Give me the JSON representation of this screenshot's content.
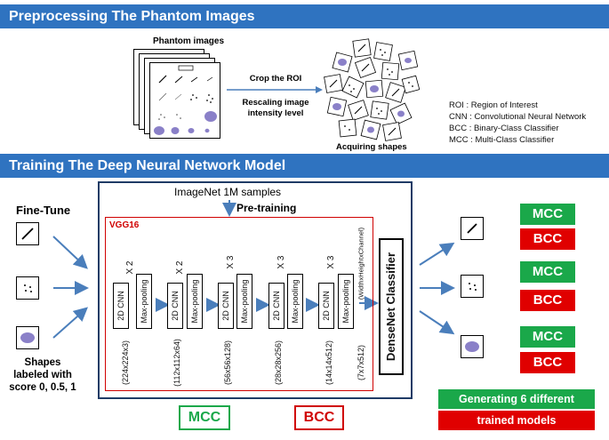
{
  "section1": {
    "title": "Preprocessing The Phantom Images"
  },
  "phantom": {
    "label": "Phantom images"
  },
  "crop": {
    "line1": "Crop the ROI",
    "line2": "Rescaling image",
    "line3": "intensity level"
  },
  "shapes_label": "Acquiring shapes",
  "legend": [
    "ROI : Region of Interest",
    "CNN : Convolutional Neural Network",
    "BCC : Binary-Class Classifier",
    "MCC : Multi-Class Classifier"
  ],
  "section2": {
    "title": "Training The Deep Neural Network Model"
  },
  "finetune": "Fine-Tune",
  "shapes_caption": [
    "Shapes",
    "labeled with",
    "score 0, 0.5, 1"
  ],
  "imagenet": "ImageNet 1M samples",
  "pretraining": "Pre-training",
  "vgg": "VGG16",
  "blocks": [
    {
      "times": "X 2",
      "cnn": "2D CNN",
      "pool": "Max-pooling",
      "dims": "(224x224x3)"
    },
    {
      "times": "X 2",
      "cnn": "2D CNN",
      "pool": "Max-pooling",
      "dims": "(112x112x64)"
    },
    {
      "times": "X 3",
      "cnn": "2D CNN",
      "pool": "Max-pooling",
      "dims": "(56x56x128)"
    },
    {
      "times": "X 3",
      "cnn": "2D CNN",
      "pool": "Max-pooling",
      "dims": "(28x28x256)"
    },
    {
      "times": "X 3",
      "cnn": "2D CNN",
      "pool": "Max-pooling",
      "dims": "(14x14x512)"
    }
  ],
  "whc": "(WidthxHeightxChannel)",
  "final_dims": "(7x7x512)",
  "densenet": "DenseNet Classifier",
  "mcc_label": "MCC",
  "bcc_label": "BCC",
  "outputs": [
    {
      "mcc": "MCC",
      "bcc": "BCC"
    },
    {
      "mcc": "MCC",
      "bcc": "BCC"
    },
    {
      "mcc": "MCC",
      "bcc": "BCC"
    }
  ],
  "generating": {
    "line1": "Generating 6 different",
    "line2": "trained models"
  },
  "colors": {
    "banner": "#2f73c0",
    "green": "#1aa84a",
    "red": "#e00000",
    "arrow": "#4a7ebb",
    "frame": "#1f3b66"
  }
}
